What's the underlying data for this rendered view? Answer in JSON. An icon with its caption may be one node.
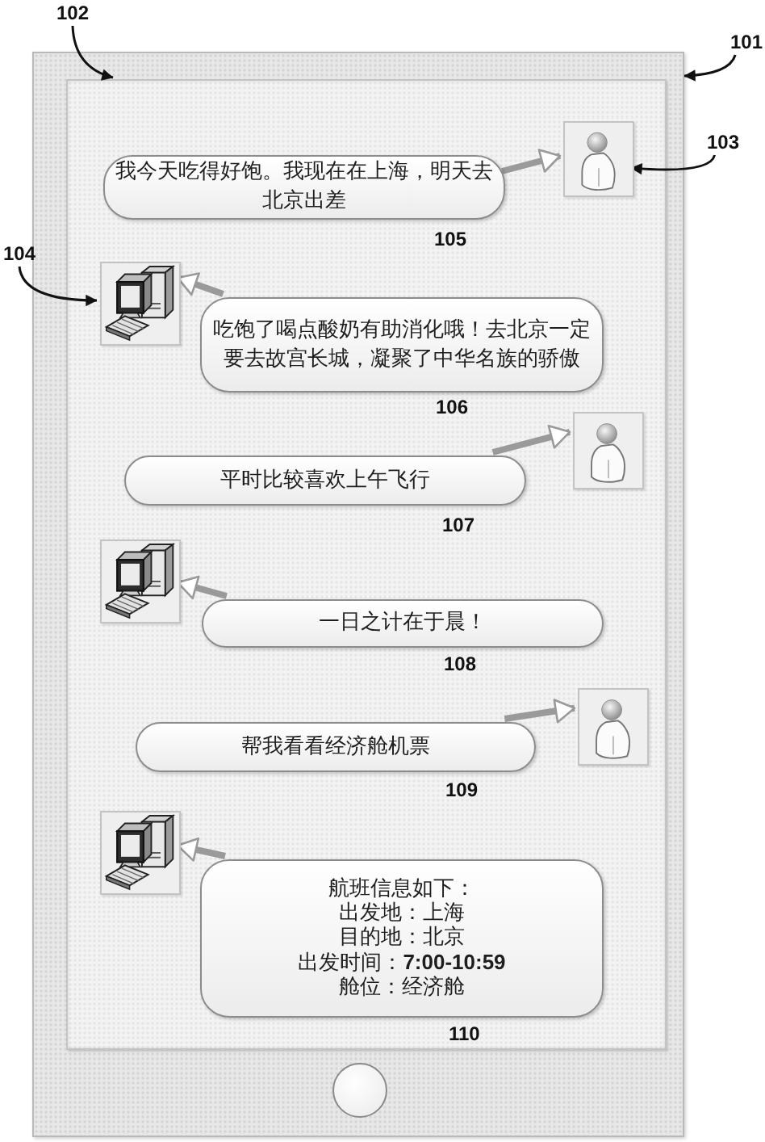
{
  "diagram": {
    "nodes": [
      {
        "text": [
          "102"
        ]
      },
      {
        "text": [
          "101"
        ]
      },
      {
        "text": [],
        "shape": "box"
      },
      {
        "text": [],
        "shape": "box",
        "in": 2
      },
      {
        "text": [
          "我今天吃得好饱。我现在在上海，明天去北京出差"
        ],
        "in": 3,
        "beside": [
          "105"
        ]
      },
      {
        "text": [],
        "shape": "person",
        "in": 3
      },
      {
        "text": [
          "103"
        ]
      },
      {
        "text": [
          "104"
        ]
      },
      {
        "text": [],
        "shape": "computer",
        "in": 3
      },
      {
        "text": [
          "吃饱了喝点酸奶有助消化哦！去北京一定要去故宫长城，凝聚了中华名族的骄傲"
        ],
        "in": 3,
        "beside": [
          "106"
        ]
      },
      {
        "text": [],
        "shape": "person",
        "in": 3
      },
      {
        "text": [
          "平时比较喜欢上午飞行"
        ],
        "in": 3,
        "beside": [
          "107"
        ]
      },
      {
        "text": [],
        "shape": "computer",
        "in": 3
      },
      {
        "text": [
          "一日之计在于晨！"
        ],
        "in": 3,
        "beside": [
          "108"
        ]
      },
      {
        "text": [],
        "shape": "person",
        "in": 3
      },
      {
        "text": [
          "帮我看看经济舱机票"
        ],
        "in": 3,
        "beside": [
          "109"
        ]
      },
      {
        "text": [],
        "shape": "computer",
        "in": 3
      },
      {
        "text": [
          "航班信息如下：",
          "出发地：上海",
          "目的地：北京",
          "出发时间：**7:00-10:59**",
          "舱位：经济舱"
        ],
        "in": 3,
        "beside": [
          "110"
        ]
      }
    ],
    "edges": [
      {
        "from": 0,
        "to": 3,
        "arrow": "to",
        "color": "#111111"
      },
      {
        "from": 1,
        "to": 2,
        "arrow": "to",
        "color": "#111111"
      },
      {
        "from": 4,
        "to": 5,
        "arrow": "to"
      },
      {
        "from": 6,
        "to": 5,
        "arrow": "to",
        "color": "#111111"
      },
      {
        "from": 7,
        "to": 8,
        "arrow": "to",
        "color": "#111111"
      },
      {
        "from": 9,
        "to": 8,
        "arrow": "to"
      },
      {
        "from": 11,
        "to": 10,
        "arrow": "to"
      },
      {
        "from": 13,
        "to": 12,
        "arrow": "to"
      },
      {
        "from": 15,
        "to": 14,
        "arrow": "to"
      },
      {
        "from": 17,
        "to": 16,
        "arrow": "to"
      }
    ]
  }
}
